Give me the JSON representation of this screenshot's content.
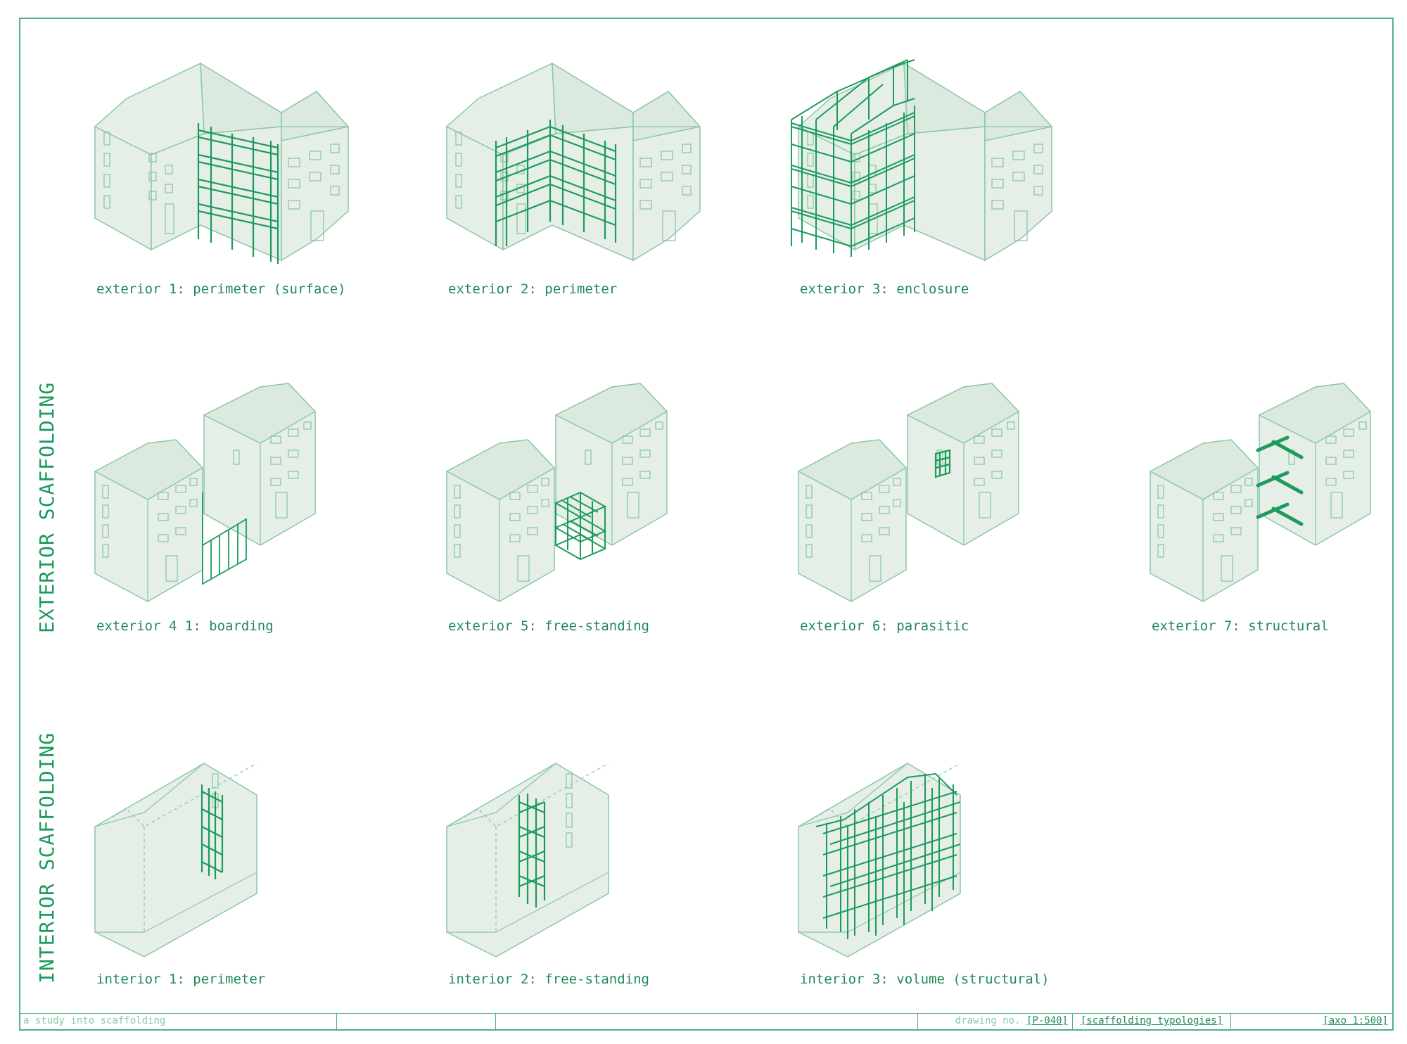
{
  "sections": {
    "exterior": "EXTERIOR SCAFFOLDING",
    "interior": "INTERIOR SCAFFOLDING"
  },
  "captions": {
    "ext1": "exterior 1: perimeter (surface)",
    "ext2": "exterior 2: perimeter",
    "ext3": "exterior 3: enclosure",
    "ext4": "exterior 4 1: boarding",
    "ext5": "exterior 5: free-standing",
    "ext6": "exterior 6: parasitic",
    "ext7": "exterior 7: structural",
    "int1": "interior 1: perimeter",
    "int2": "interior 2: free-standing",
    "int3": "interior 3: volume (structural)"
  },
  "title_block": {
    "project": "a study into scaffolding",
    "drawing_label": "drawing no.",
    "drawing_no": "[P-040]",
    "sheet_title": "[scaffolding typologies]",
    "scale": "[axo 1:500]"
  },
  "colors": {
    "fill": "#e5efe7",
    "line": "#8cc7a8",
    "accent": "#1a9a5c",
    "scaffold": "#1d9b5c"
  }
}
